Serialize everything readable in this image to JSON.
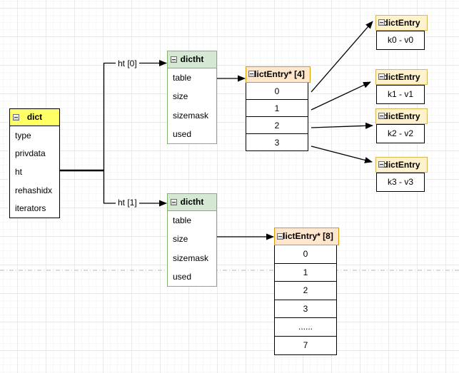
{
  "dict": {
    "title": "dict",
    "fields": [
      "type",
      "privdata",
      "ht",
      "rehashidx",
      "iterators"
    ]
  },
  "dictht_top": {
    "title": "dictht",
    "fields": [
      "table",
      "size",
      "sizemask",
      "used"
    ]
  },
  "dictht_bottom": {
    "title": "dictht",
    "fields": [
      "table",
      "size",
      "sizemask",
      "used"
    ]
  },
  "array4": {
    "title": "dictEntry* [4]",
    "cells": [
      "0",
      "1",
      "2",
      "3"
    ]
  },
  "array8": {
    "title": "dictEntry* [8]",
    "cells": [
      "0",
      "1",
      "2",
      "3",
      "......",
      "7"
    ]
  },
  "entries": [
    {
      "title": "dictEntry",
      "value": "k0 - v0"
    },
    {
      "title": "dictEntry",
      "value": "k1 - v1"
    },
    {
      "title": "dictEntry",
      "value": "k2 - v2"
    },
    {
      "title": "dictEntry",
      "value": "k3 - v3"
    }
  ],
  "labels": {
    "ht0": "ht [0]",
    "ht1": "ht [1]"
  },
  "colors": {
    "dict_header": "#ffff66",
    "dict_border": "#000000",
    "dictht_header": "#d5e8d4",
    "dictht_border": "#82b366",
    "array_header": "#ffe6cc",
    "array_border": "#d79b00",
    "entry_header": "#fff2cc",
    "entry_border": "#d6b656",
    "wire": "#000000",
    "page_boundary": "#b5b5b5",
    "grid_major": "#e9e9e9",
    "grid_minor": "#f7f7f7"
  }
}
